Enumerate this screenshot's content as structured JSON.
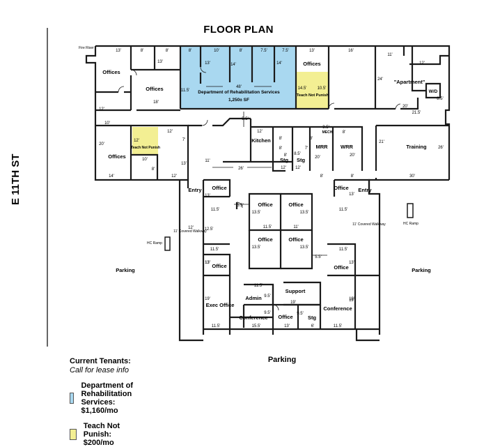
{
  "title": "FLOOR PLAN",
  "street": "E 11TH ST",
  "colors": {
    "rehab": "#a9d8f0",
    "teach": "#f3ef93",
    "wall": "#1a1a1a"
  },
  "legend": {
    "header": "Current Tenants:",
    "subheader": "Call for lease info",
    "items": [
      {
        "label": "Department of Rehabilitation Services: $1,160/mo",
        "color": "#a9d8f0"
      },
      {
        "label": "Teach Not Punish: $200/mo",
        "color": "#f3ef93"
      }
    ]
  },
  "areas": {
    "fire_riser": "Fire Riser",
    "parking_left": "Parking",
    "parking_right": "Parking",
    "parking_bottom": "Parking",
    "rehab_name": "Department of Rehabilitation Services",
    "rehab_sf": "1,250± SF",
    "teach_a": "Teach Not Punish",
    "teach_b": "Teach Not Punish",
    "hc_ramp_left": "HC Ramp",
    "hc_ramp_right": "HC Ramp",
    "covered_left": "11' Covered Walkway",
    "covered_right": "11' Covered Walkway"
  },
  "rooms": {
    "offices_nw": "Offices",
    "offices_n2": "Offices",
    "offices_ne": "Offices",
    "apartment": "\"Apartment\"",
    "wd": "W/D",
    "offices_w": "Offices",
    "kitchen": "Kitchen",
    "stg1": "Stg",
    "stg2": "Stg",
    "mrr": "MRR",
    "wrr": "WRR",
    "mech": "MECH",
    "training": "Training",
    "entry_l": "Entry",
    "entry_r": "Entry",
    "office_l1": "Office",
    "office_r1": "Office",
    "office_c1": "Office",
    "office_c2": "Office",
    "office_c3": "Office",
    "office_c4": "Office",
    "office_l2": "Office",
    "office_r2": "Office",
    "exec": "Exec Office",
    "admin": "Admin",
    "support": "Support",
    "conf_l": "Conference",
    "conf_r": "Conference",
    "office_b": "Office",
    "stg_b": "Stg"
  },
  "dims": {
    "d1": "13'",
    "d2": "8'",
    "d3": "8'",
    "d4": "8'",
    "d5": "10'",
    "d6": "8'",
    "d7": "7.5'",
    "d8": "7.5'",
    "d9": "13'",
    "d10": "16'",
    "d11": "13'",
    "d12": "13'",
    "d13": "14'",
    "d14": "14'",
    "d15": "48'",
    "d16": "11.5'",
    "d17": "14.5'",
    "d18": "10.5'",
    "d19": "18'",
    "d20": "12'",
    "d21": "10'",
    "d22": "5.5'",
    "d23": "11'",
    "d24": "12'",
    "d25": "8.5'",
    "d26": "24'",
    "d27": "20'",
    "d28": "21.5'",
    "d29": "20'",
    "d30": "12'",
    "d31": "12'",
    "d32": "7'",
    "d33": "10'",
    "d34": "8'",
    "d35": "13'",
    "d36": "14'",
    "d37": "12'",
    "d38": "11'",
    "d39": "26'",
    "d40": "12'",
    "d41": "8'",
    "d42": "8'",
    "d43": "8'",
    "d44": "3.5'",
    "d45": "8'",
    "d46": "7'",
    "d47": "8'",
    "d48": "8.5'",
    "d49": "12'",
    "d50": "12'",
    "d51": "20'",
    "d52": "20'",
    "d53": "8'",
    "d54": "8'",
    "d55": "21'",
    "d56": "26'",
    "d57": "30'",
    "d58": "13'",
    "d59": "13'",
    "d60": "11.5'",
    "d61": "11.5'",
    "d62": "5.5'",
    "d63": "13.5'",
    "d64": "13.5'",
    "d65": "11.5'",
    "d66": "11'",
    "d67": "13.5'",
    "d68": "13.5'",
    "d69": "12.5'",
    "d70": "11.5'",
    "d71": "11.5'",
    "d72": "5.5'",
    "d73": "13'",
    "d74": "13'",
    "d75": "11.5'",
    "d76": "9.5'",
    "d77": "19'",
    "d78": "19'",
    "d79": "19'",
    "d80": "9.5'",
    "d81": "9.5'",
    "d82": "11.5'",
    "d83": "15.5'",
    "d84": "13'",
    "d85": "6'",
    "d86": "11.5'",
    "d87": "12'",
    "d88": "19'",
    "d89": "13'"
  }
}
